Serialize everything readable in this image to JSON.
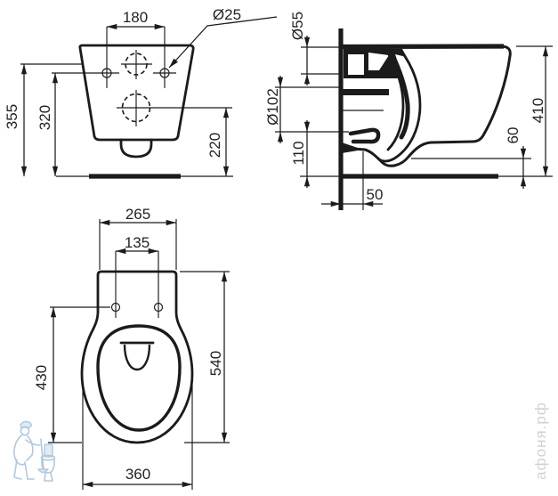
{
  "drawing": {
    "type": "wall-hung toilet installation dimensions",
    "colors": {
      "line": "#1b1b1b",
      "text": "#232323",
      "watermark_blue": "#a9c3da",
      "watermark_gray": "#d2d2d2",
      "background": "#ffffff"
    }
  },
  "views": {
    "rear": {
      "dims": {
        "bolt_spacing": "180",
        "bolt_hole_dia": "Ø25",
        "height_inlet": "355",
        "height_bolts": "320",
        "height_outlet": "220"
      }
    },
    "side": {
      "dims": {
        "inlet_dia": "Ø55",
        "outlet_dia": "Ø102",
        "outlet_height": "110",
        "wall_offset": "50",
        "underside_gap": "60",
        "overall_height": "410"
      }
    },
    "plan": {
      "dims": {
        "rear_width": "265",
        "bolt_spacing": "135",
        "bolt_depth": "430",
        "overall_length": "540",
        "bowl_width": "360"
      }
    }
  },
  "watermark": {
    "site": "афоня.рф"
  }
}
